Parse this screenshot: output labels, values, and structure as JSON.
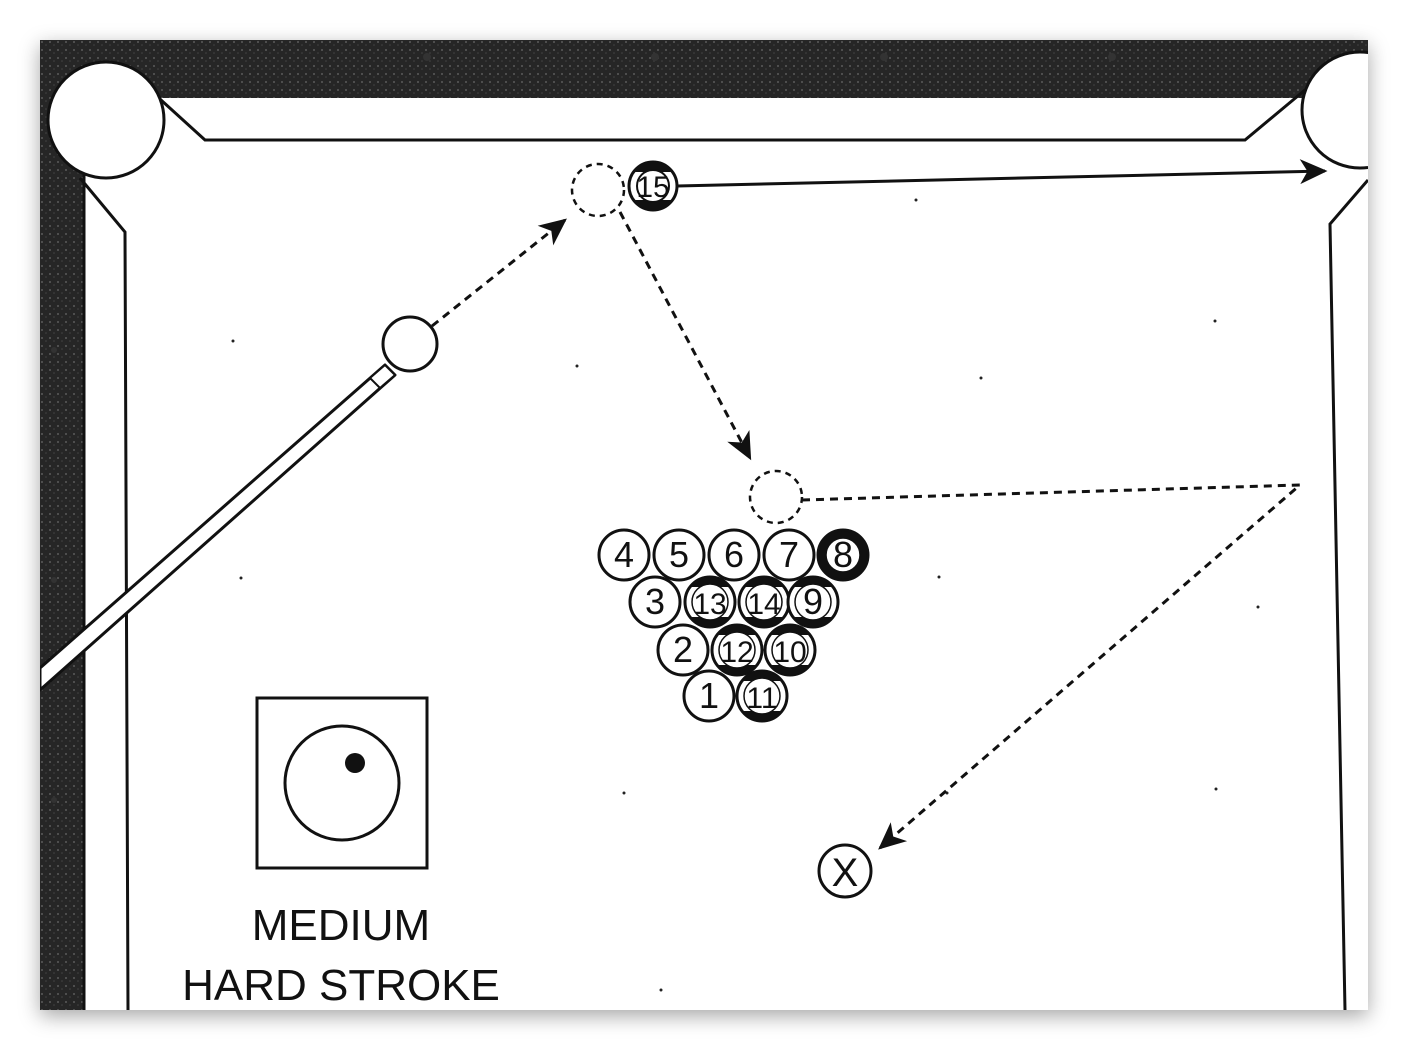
{
  "diagram": {
    "stroke_text": {
      "line1": "MEDIUM",
      "line2": "HARD STROKE"
    },
    "object_ball": {
      "number": "15",
      "style": "stripe"
    },
    "target_marker": {
      "label": "X"
    },
    "rack": [
      {
        "number": "4",
        "style": "solid"
      },
      {
        "number": "5",
        "style": "solid"
      },
      {
        "number": "6",
        "style": "solid"
      },
      {
        "number": "7",
        "style": "solid"
      },
      {
        "number": "8",
        "style": "eight"
      },
      {
        "number": "3",
        "style": "solid"
      },
      {
        "number": "13",
        "style": "stripe"
      },
      {
        "number": "14",
        "style": "stripe"
      },
      {
        "number": "9",
        "style": "stripe"
      },
      {
        "number": "2",
        "style": "solid"
      },
      {
        "number": "12",
        "style": "stripe"
      },
      {
        "number": "10",
        "style": "stripe"
      },
      {
        "number": "1",
        "style": "solid"
      },
      {
        "number": "11",
        "style": "stripe"
      }
    ],
    "english": "top-right",
    "colors": {
      "ink": "#111111",
      "paper": "#ffffff",
      "rail_cloth": "#2a2a2a"
    }
  }
}
